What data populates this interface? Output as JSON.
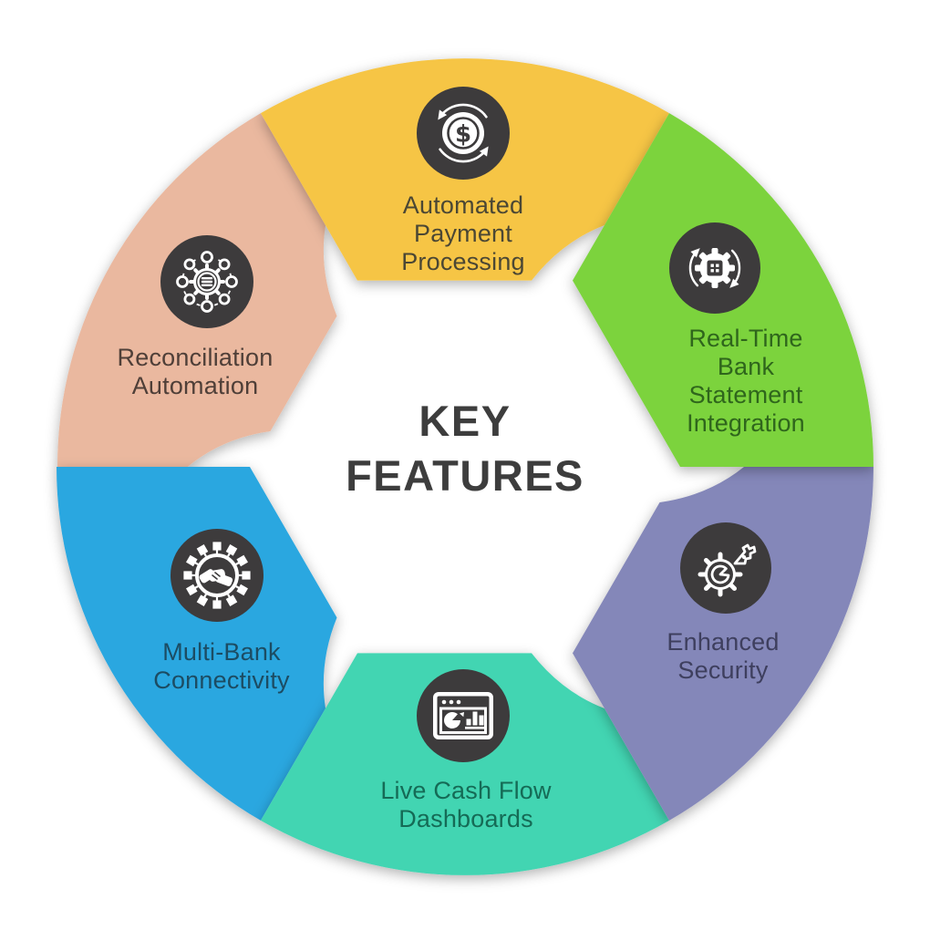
{
  "title": {
    "text": "KEY\nFEATURES",
    "color": "#3d3d3d"
  },
  "icon_badge_color": "#3d3b3c",
  "segments": [
    {
      "id": "automated-payment-processing",
      "label": "Automated\nPayment\nProcessing",
      "color": "#f6c545",
      "text_color": "#4b4734",
      "icon": "payment-cycle-icon"
    },
    {
      "id": "real-time-bank-statement-integration",
      "label": "Real-Time\nBank\nStatement\nIntegration",
      "color": "#7cd33e",
      "text_color": "#2f661c",
      "icon": "gear-sync-icon"
    },
    {
      "id": "enhanced-security",
      "label": "Enhanced\nSecurity",
      "color": "#8487b9",
      "text_color": "#3e3f5e",
      "icon": "security-gear-icon"
    },
    {
      "id": "live-cash-flow-dashboards",
      "label": "Live Cash Flow\nDashboards",
      "color": "#43d5b2",
      "text_color": "#156b56",
      "icon": "dashboard-icon"
    },
    {
      "id": "multi-bank-connectivity",
      "label": "Multi-Bank\nConnectivity",
      "color": "#2aa7e0",
      "text_color": "#1c4c63",
      "icon": "handshake-network-icon"
    },
    {
      "id": "reconciliation-automation",
      "label": "Reconciliation\nAutomation",
      "color": "#eab89f",
      "text_color": "#4f3f38",
      "icon": "network-gear-icon"
    }
  ],
  "dollar_sign": "$"
}
